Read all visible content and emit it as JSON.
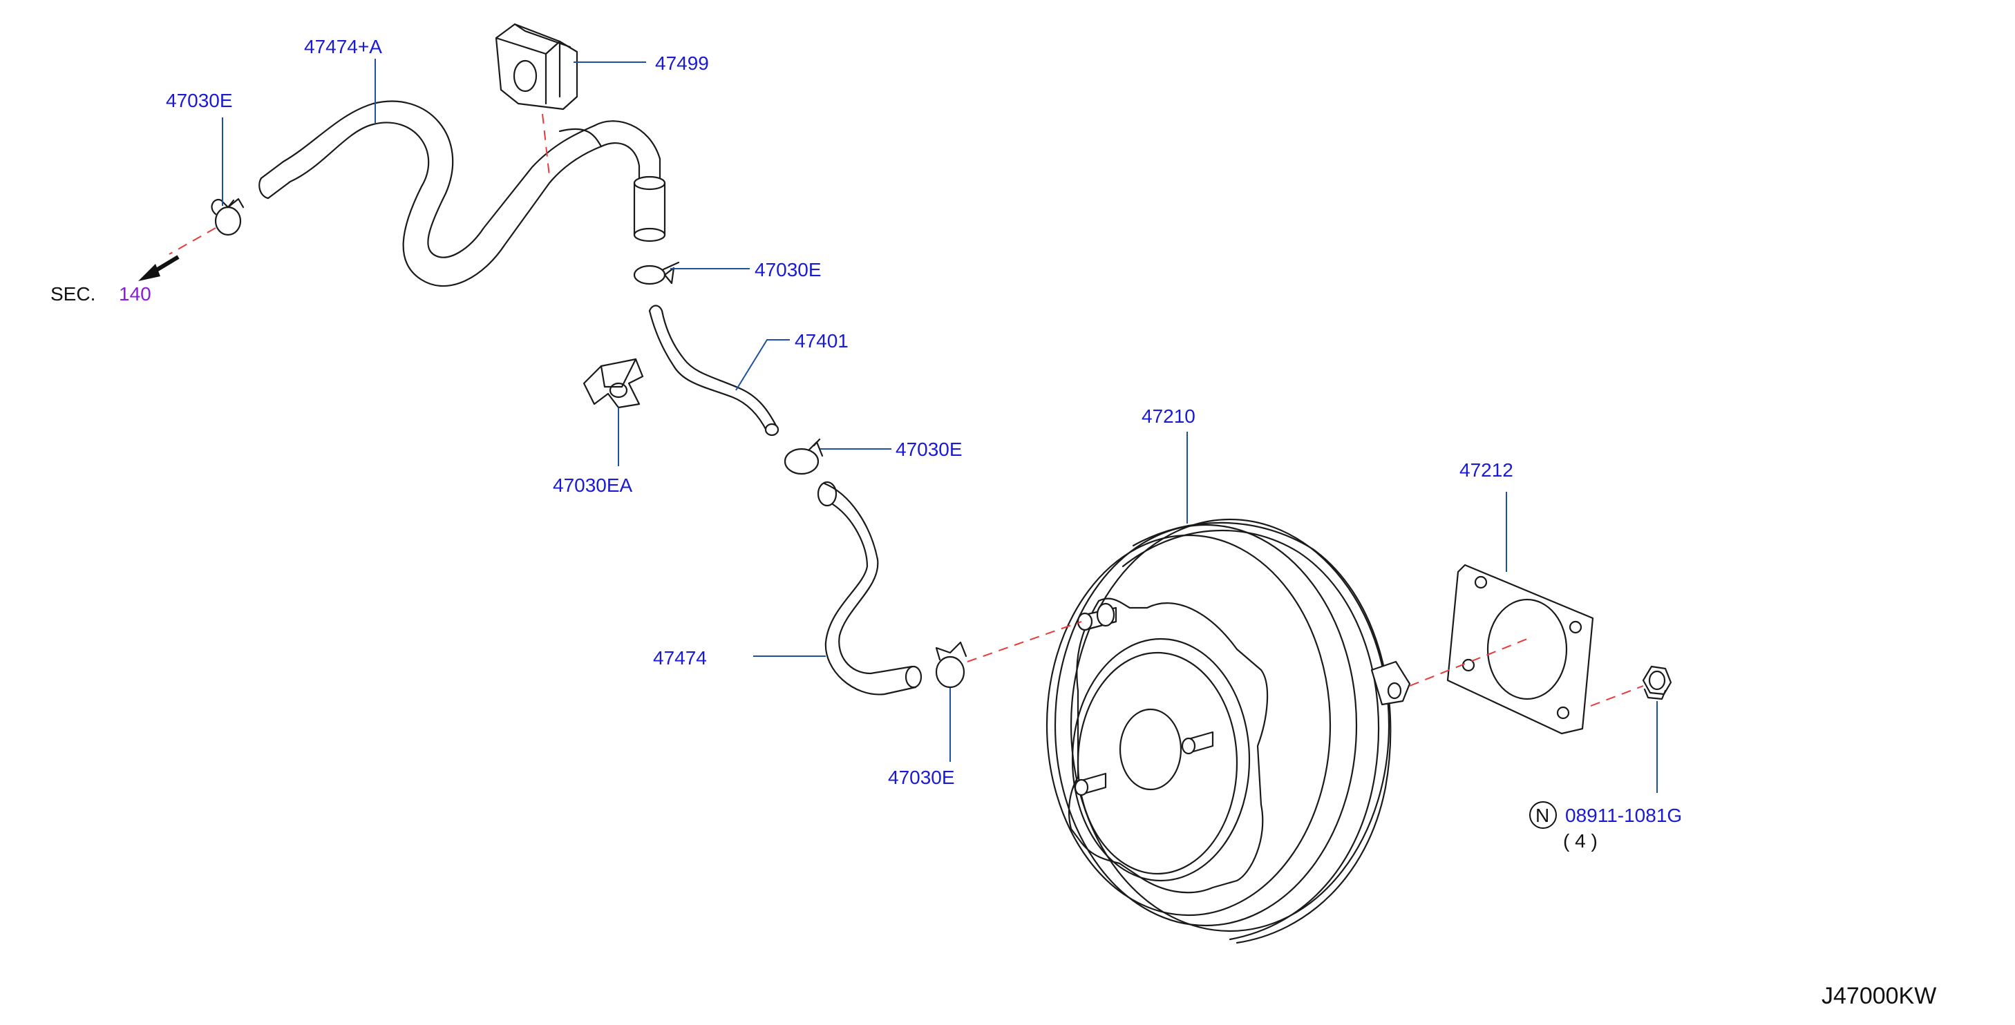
{
  "labels": {
    "hose_upper": "47474+A",
    "clamp_left": "47030E",
    "damper": "47499",
    "clamp_mid": "47030E",
    "tube": "47401",
    "clip": "47030EA",
    "clamp_right": "47030E",
    "hose_lower": "47474",
    "clamp_bottom": "47030E",
    "booster": "47210",
    "gasket": "47212",
    "nut_code": "08911-1081G",
    "nut_qty": "( 4 )",
    "nut_symbol": "N"
  },
  "section_ref": {
    "prefix": "SEC.",
    "number": "140"
  },
  "diagram_code": "J47000KW",
  "colors": {
    "label_blue": "#1a1ad6",
    "leader_blue": "#1e4fa0",
    "dash_red": "#e83a3a",
    "sec_purple": "#8a1ae0",
    "line_black": "#1a1a1a"
  }
}
